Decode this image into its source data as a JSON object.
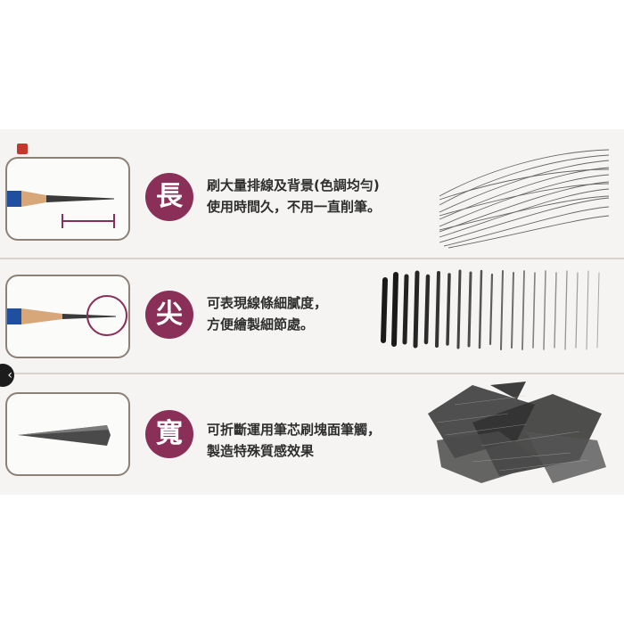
{
  "rows": [
    {
      "badge": "長",
      "lines": [
        "刷大量排線及背景(色調均勻)",
        "使用時間久，不用一直削筆。"
      ]
    },
    {
      "badge": "尖",
      "lines": [
        "可表現線條細膩度，",
        "方便繪製細節處。"
      ]
    },
    {
      "badge": "寬",
      "lines": [
        "可折斷運用筆芯刷塊面筆觸，",
        "製造特殊質感效果"
      ]
    }
  ],
  "colors": {
    "badge": "#8a2f57",
    "frame": "#8c8179",
    "pencil_barrel": "#1f4fa0",
    "wood": "#d7a77a",
    "graphite": "#3a3a3a"
  },
  "icons": [
    "pencil-long-tip-icon",
    "pencil-sharp-tip-icon",
    "graphite-stick-icon",
    "chevron-left-icon"
  ]
}
